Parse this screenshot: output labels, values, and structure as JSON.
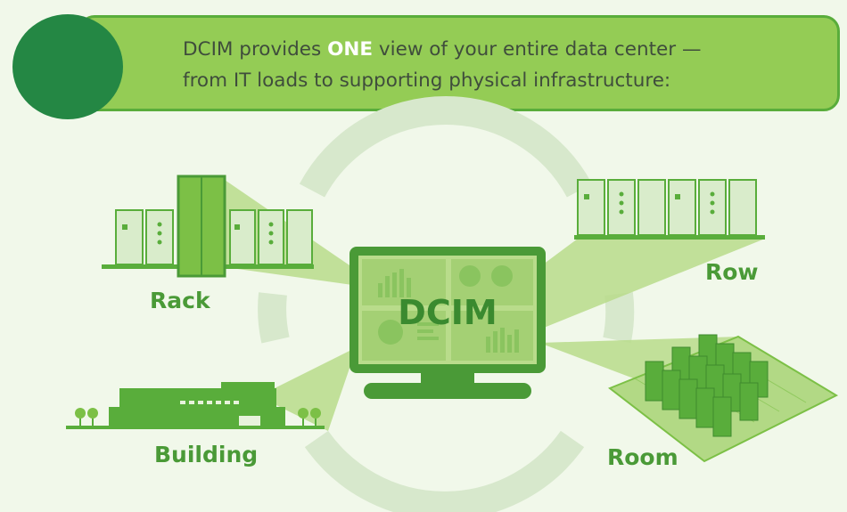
{
  "header": {
    "line1_pre": "DCIM provides",
    "line1_emph": "ONE",
    "line1_post": "view of your entire  data center —",
    "line2": "from IT loads to supporting physical infrastructure:"
  },
  "center": {
    "label": "DCIM"
  },
  "nodes": {
    "rack": "Rack",
    "row": "Row",
    "building": "Building",
    "room": "Room"
  },
  "colors": {
    "banner": "#94cc55",
    "badge": "#248744",
    "accent": "#59ad3b",
    "label": "#4a9a37"
  }
}
